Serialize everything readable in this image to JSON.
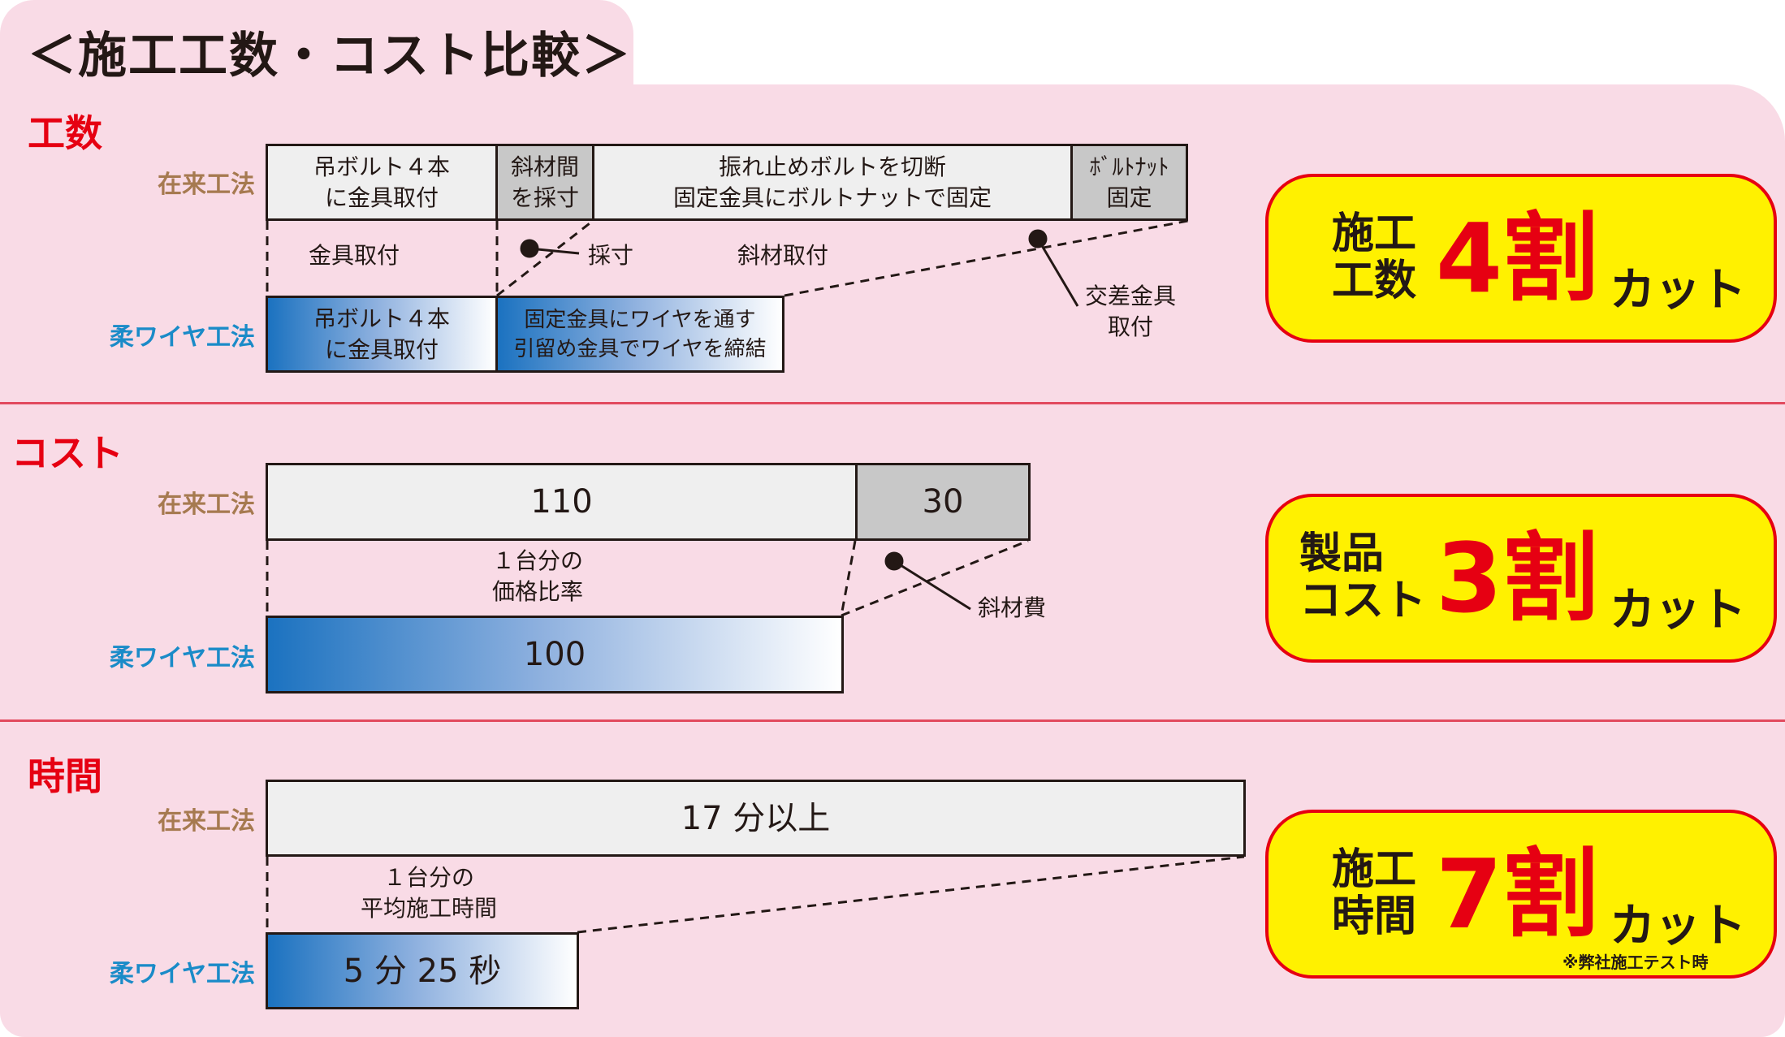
{
  "title": "＜施工工数・コスト比較＞",
  "labels": {
    "conventional": "在来工法",
    "soft_wire": "柔ワイヤ工法"
  },
  "colors": {
    "heading": "#e60012",
    "conventional_label": "#a67a50",
    "soft_wire_label": "#1a8bc8",
    "badge_fill": "#fff100",
    "badge_border": "#e60012",
    "panel": "#f9dbe6"
  },
  "sections": {
    "man_hours": {
      "heading": "工数",
      "conventional_steps": [
        "吊ボルト４本\nに金具取付",
        "斜材間\nを採寸",
        "振れ止めボルトを切断\n固定金具にボルトナットで固定",
        "ﾎﾞﾙﾄﾅｯﾄ\n固定"
      ],
      "soft_wire_steps": [
        "吊ボルト４本\nに金具取付",
        "固定金具にワイヤを通す\n引留め金具でワイヤを締結"
      ],
      "notes": {
        "fitting": "金具取付",
        "measure": "採寸",
        "brace": "斜材取付",
        "cross": "交差金具\n取付"
      },
      "badge": {
        "small": "施工\n工数",
        "big": "4割",
        "cut": "カット"
      }
    },
    "cost": {
      "heading": "コスト",
      "conventional_values": [
        "110",
        "30"
      ],
      "soft_wire_value": "100",
      "notes": {
        "ratio": "１台分の\n価格比率",
        "brace_cost": "斜材費"
      },
      "badge": {
        "small": "製品\nコスト",
        "big": "3割",
        "cut": "カット"
      }
    },
    "time": {
      "heading": "時間",
      "conventional_value": "17 分以上",
      "soft_wire_value": "5 分 25 秒",
      "notes": {
        "avg": "１台分の\n平均施工時間"
      },
      "badge": {
        "small": "施工\n時間",
        "big": "7割",
        "cut": "カット",
        "footnote": "※弊社施工テスト時"
      }
    }
  }
}
